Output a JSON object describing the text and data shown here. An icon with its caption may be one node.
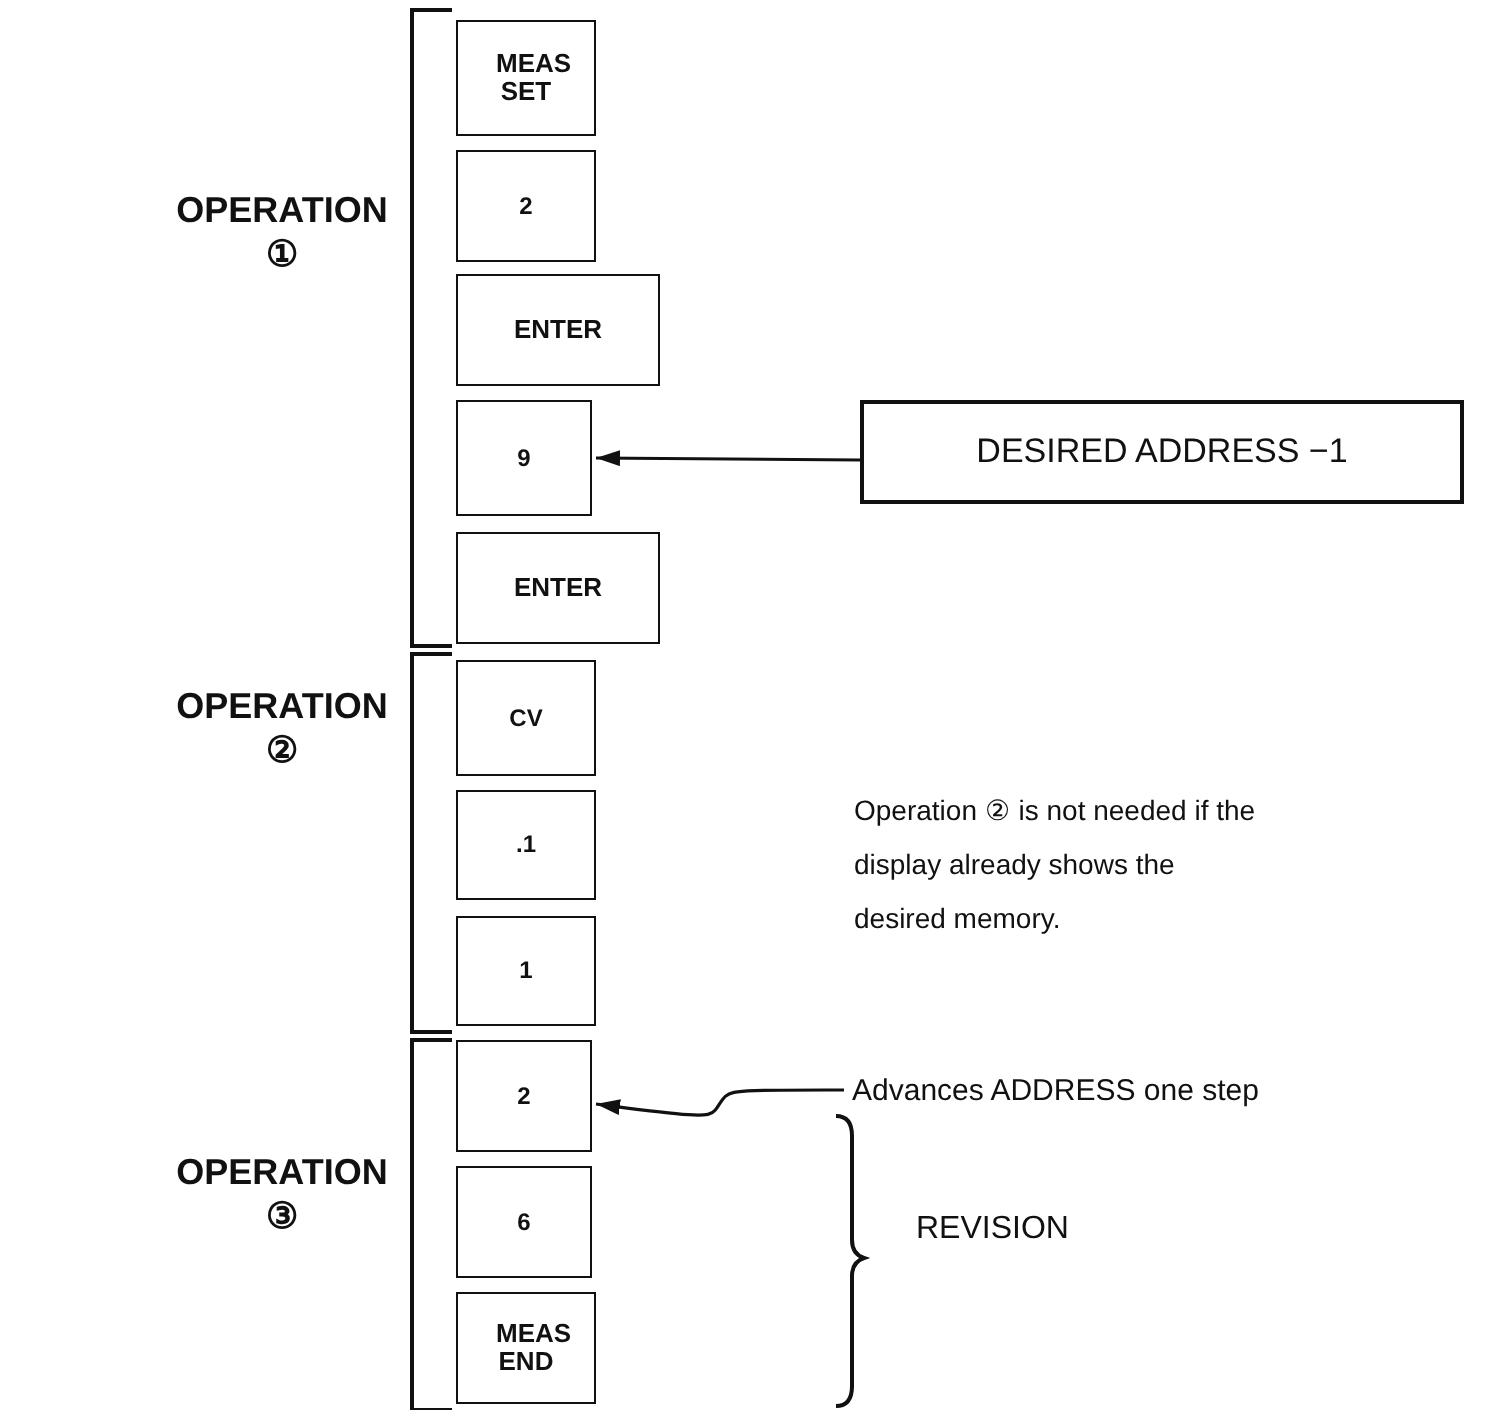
{
  "diagram": {
    "nodes": [
      {
        "text": [
          "MEAS SET"
        ]
      },
      {
        "text": [
          "2"
        ]
      },
      {
        "text": [
          "ENTER"
        ]
      },
      {
        "text": [
          "9"
        ]
      },
      {
        "text": [
          "ENTER"
        ]
      },
      {
        "text": [
          "CV"
        ]
      },
      {
        "text": [
          ".1"
        ]
      },
      {
        "text": [
          "1"
        ]
      },
      {
        "text": [
          "2"
        ]
      },
      {
        "text": [
          "6"
        ]
      },
      {
        "text": [
          "MEAS END"
        ]
      },
      {
        "text": [
          "DESIRED ADDRESS −1"
        ]
      },
      {
        "text": [
          "Advances ADDRESS one step"
        ]
      }
    ],
    "edges": [
      {
        "from": 11,
        "to": 3,
        "arrow": "to"
      },
      {
        "from": 12,
        "to": 8,
        "arrow": "to"
      }
    ],
    "labels": [
      "OPERATION ①",
      "OPERATION ②",
      "Operation ② is not needed if the display already shows the desired memory.",
      "OPERATION ③",
      "REVISION"
    ]
  }
}
